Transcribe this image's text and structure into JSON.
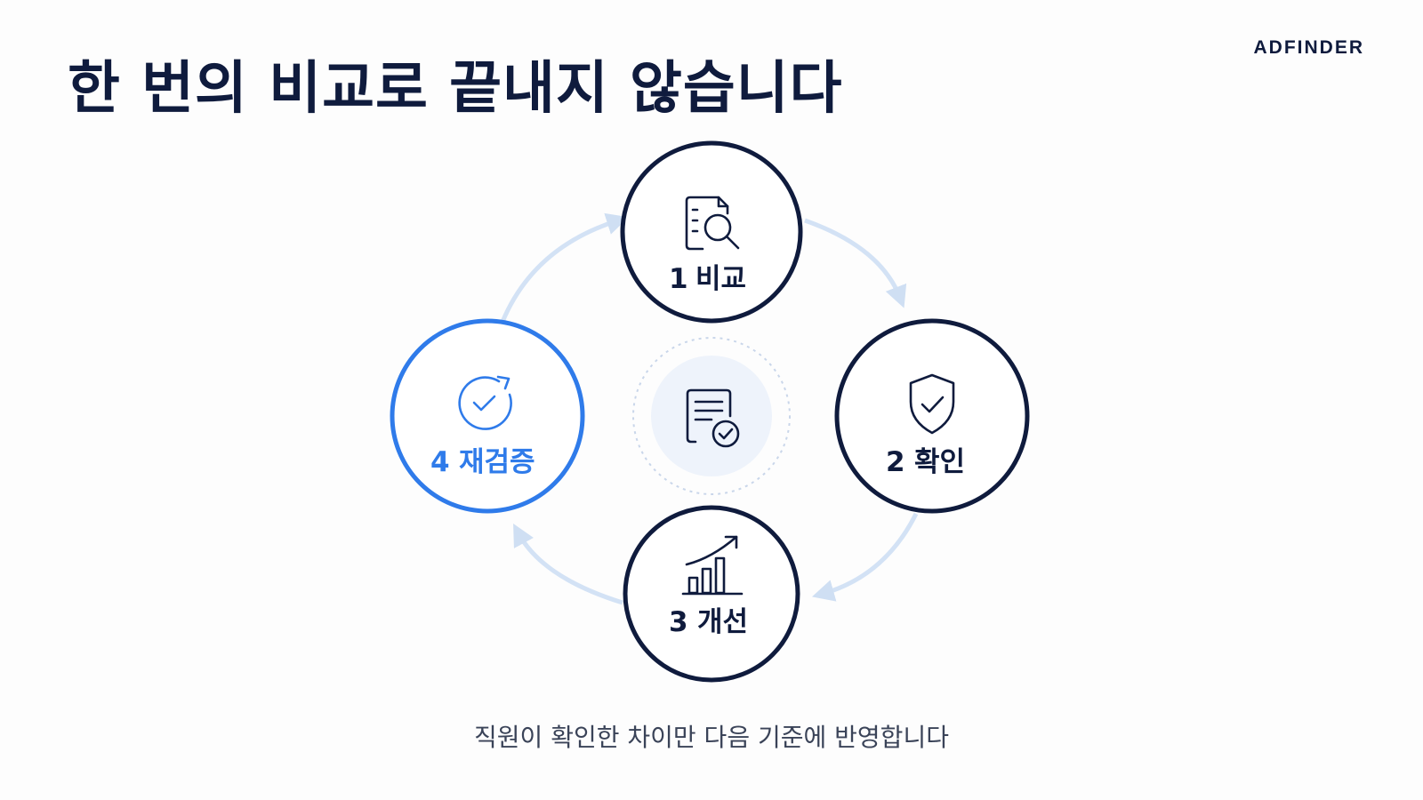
{
  "header": {
    "title": "한 번의 비교로 끝내지 않습니다",
    "brand": "ADFINDER"
  },
  "cycle": {
    "center_icon": "document-check-icon",
    "steps": [
      {
        "number": "1",
        "label": "비교",
        "icon": "document-search-icon",
        "active": false
      },
      {
        "number": "2",
        "label": "확인",
        "icon": "shield-check-icon",
        "active": false
      },
      {
        "number": "3",
        "label": "개선",
        "icon": "bar-chart-growth-icon",
        "active": false
      },
      {
        "number": "4",
        "label": "재검증",
        "icon": "refresh-check-icon",
        "active": true
      }
    ]
  },
  "caption": "직원이 확인한 차이만 다음 기준에 반영합니다",
  "colors": {
    "navy": "#0f1b3d",
    "accent_blue": "#2f7bea",
    "arrow_light": "#d3e2f5",
    "center_fill": "#eef3fb"
  }
}
